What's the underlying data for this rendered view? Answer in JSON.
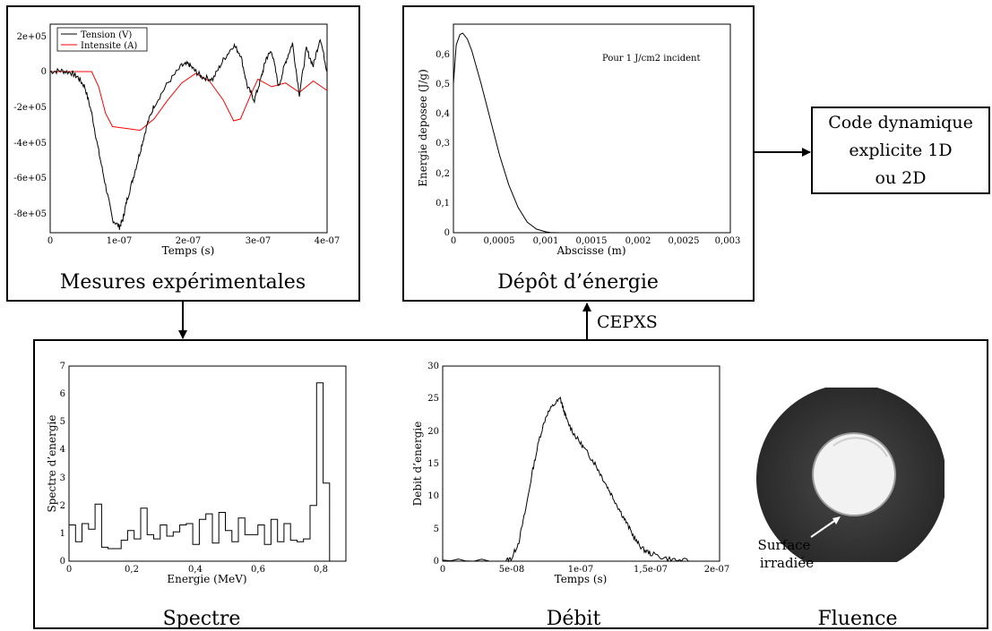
{
  "panels": {
    "mesures": {
      "caption": "Mesures expérimentales",
      "chart": {
        "type": "line",
        "xlabel": "Temps (s)",
        "xticks": [
          "0",
          "1e-07",
          "2e-07",
          "3e-07",
          "4e-07"
        ],
        "yticks": [
          "2e+05",
          "0",
          "-2e+05",
          "-4e+05",
          "-6e+05",
          "-8e+05"
        ],
        "legend": [
          "Tension (V)",
          "Intensite (A)"
        ]
      }
    },
    "depot": {
      "caption": "Dépôt d’énergie",
      "chart": {
        "type": "line",
        "xlabel": "Abscisse (m)",
        "ylabel": "Energie deposee (J/g)",
        "annotation": "Pour 1 J/cm2 incident",
        "xticks": [
          "0",
          "0,0005",
          "0,001",
          "0,0015",
          "0,002",
          "0,0025",
          "0,003"
        ],
        "yticks": [
          "0",
          "0,1",
          "0,2",
          "0,3",
          "0,4",
          "0,5",
          "0,6"
        ]
      }
    },
    "code": {
      "line1": "Code dynamique",
      "line2": "explicite 1D",
      "line3": "ou 2D"
    },
    "cepxs": "CEPXS",
    "spectre": {
      "caption": "Spectre",
      "chart": {
        "type": "bar",
        "xlabel": "Energie (MeV)",
        "ylabel": "Spectre d’energie",
        "xticks": [
          "0",
          "0,2",
          "0,4",
          "0,6",
          "0,8"
        ],
        "yticks": [
          "0",
          "1",
          "2",
          "3",
          "4",
          "5",
          "6",
          "7"
        ]
      }
    },
    "debit": {
      "caption": "Débit",
      "chart": {
        "type": "line",
        "xlabel": "Temps (s)",
        "ylabel": "Debit d’energie",
        "xticks": [
          "0",
          "5e-08",
          "1e-07",
          "1,5e-07",
          "2e-07"
        ],
        "yticks": [
          "0",
          "5",
          "10",
          "15",
          "20",
          "25",
          "30"
        ]
      }
    },
    "fluence": {
      "caption": "Fluence",
      "photo_label_1": "Surface",
      "photo_label_2": "irradiée"
    }
  },
  "chart_data": [
    {
      "type": "line",
      "xlabel": "Temps (s)",
      "xlim": [
        0,
        4e-07
      ],
      "ylim": [
        -850000,
        250000
      ],
      "series": [
        {
          "name": "Tension (V)",
          "color": "#000000",
          "x": [
            0,
            1.5e-08,
            3e-08,
            4e-08,
            5e-08,
            6e-08,
            7e-08,
            8e-08,
            9e-08,
            1e-07,
            1.05e-07,
            1.1e-07,
            1.2e-07,
            1.3e-07,
            1.4e-07,
            1.5e-07,
            1.7e-07,
            1.9e-07,
            2e-07,
            2.1e-07,
            2.2e-07,
            2.35e-07,
            2.5e-07,
            2.65e-07,
            2.75e-07,
            2.85e-07,
            2.95e-07,
            3.05e-07,
            3.12e-07,
            3.2e-07,
            3.3e-07,
            3.4e-07,
            3.5e-07,
            3.6e-07,
            3.7e-07,
            3.8e-07,
            3.9e-07,
            4e-07
          ],
          "y": [
            0,
            5000,
            -5000,
            -30000,
            -80000,
            -220000,
            -420000,
            -600000,
            -780000,
            -820000,
            -780000,
            -690000,
            -560000,
            -420000,
            -280000,
            -180000,
            -60000,
            30000,
            40000,
            0,
            -30000,
            -40000,
            60000,
            140000,
            90000,
            -80000,
            -150000,
            -30000,
            70000,
            110000,
            -80000,
            50000,
            150000,
            -120000,
            120000,
            30000,
            180000,
            0
          ]
        },
        {
          "name": "Intensite (A)",
          "color": "#ff0000",
          "x": [
            0,
            6e-08,
            7e-08,
            8e-08,
            9e-08,
            1.1e-07,
            1.3e-07,
            1.5e-07,
            1.7e-07,
            1.9e-07,
            2.1e-07,
            2.3e-07,
            2.5e-07,
            2.65e-07,
            2.75e-07,
            2.9e-07,
            3e-07,
            3.2e-07,
            3.4e-07,
            3.6e-07,
            3.8e-07,
            4e-07
          ],
          "y": [
            0,
            0,
            -80000,
            -220000,
            -290000,
            -300000,
            -310000,
            -250000,
            -150000,
            -60000,
            -10000,
            -50000,
            -150000,
            -260000,
            -250000,
            -120000,
            -40000,
            -80000,
            -60000,
            -110000,
            -50000,
            -100000
          ]
        }
      ]
    },
    {
      "type": "line",
      "xlabel": "Abscisse (m)",
      "ylabel": "Energie deposee (J/g)",
      "xlim": [
        0,
        0.003
      ],
      "ylim": [
        0,
        0.7
      ],
      "series": [
        {
          "color": "#000000",
          "x": [
            0,
            3e-05,
            7e-05,
            0.0001,
            0.00015,
            0.0002,
            0.0003,
            0.0004,
            0.0005,
            0.0006,
            0.0007,
            0.0008,
            0.0009,
            0.001,
            0.00105,
            0.0011,
            0.00115
          ],
          "y": [
            0.5,
            0.63,
            0.665,
            0.67,
            0.65,
            0.61,
            0.5,
            0.38,
            0.26,
            0.16,
            0.085,
            0.035,
            0.012,
            0.003,
            0.001,
            0.0003,
            0
          ]
        }
      ]
    },
    {
      "type": "bar",
      "xlabel": "Energie (MeV)",
      "ylabel": "Spectre d’energie",
      "xlim": [
        0,
        0.85
      ],
      "ylim": [
        0,
        7
      ],
      "step": 0.02,
      "values": [
        1.3,
        0.7,
        1.35,
        1.15,
        2.05,
        0.5,
        0.45,
        0.45,
        0.75,
        1.1,
        0.8,
        1.9,
        0.95,
        0.8,
        1.3,
        0.9,
        1.05,
        1.3,
        1.35,
        0.6,
        1.5,
        1.7,
        0.65,
        1.75,
        1.1,
        0.7,
        1.55,
        0.95,
        0.95,
        1.3,
        0.6,
        1.5,
        0.7,
        1.35,
        0.75,
        0.7,
        0.8,
        2.0,
        6.4,
        2.8
      ]
    },
    {
      "type": "line",
      "xlabel": "Temps (s)",
      "ylabel": "Debit d’energie",
      "xlim": [
        0,
        2e-07
      ],
      "ylim": [
        0,
        30
      ],
      "series": [
        {
          "color": "#000000",
          "x": [
            0,
            4.5e-08,
            5e-08,
            5.5e-08,
            6e-08,
            6.5e-08,
            7e-08,
            7.5e-08,
            8e-08,
            8.5e-08,
            8.7e-08,
            9e-08,
            9.5e-08,
            1e-07,
            1.05e-07,
            1.1e-07,
            1.15e-07,
            1.2e-07,
            1.25e-07,
            1.3e-07,
            1.35e-07,
            1.4e-07,
            1.45e-07,
            1.5e-07,
            1.6e-07,
            1.7e-07,
            1.8e-07
          ],
          "y": [
            0,
            0,
            0.5,
            3,
            8,
            14,
            19,
            22.5,
            24,
            25,
            23.5,
            21.5,
            19.5,
            18,
            16.5,
            15,
            13,
            11,
            9,
            7,
            5,
            3,
            1.8,
            1.2,
            0.5,
            0.1,
            0
          ]
        }
      ]
    }
  ]
}
